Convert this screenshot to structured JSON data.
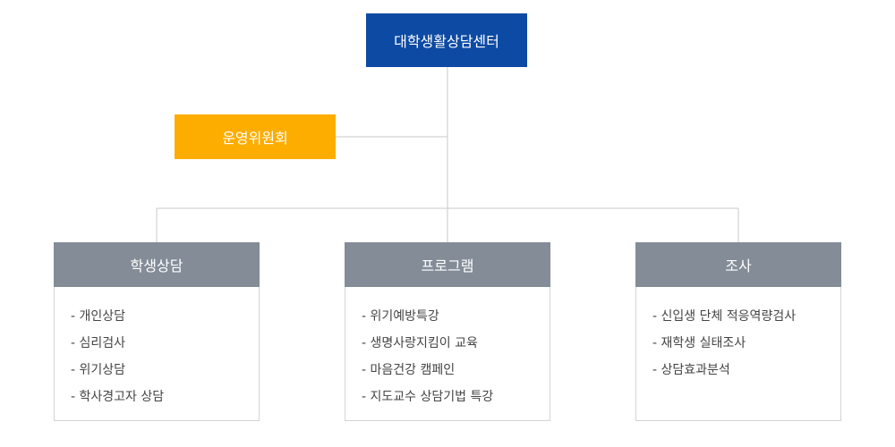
{
  "chart": {
    "top_label": "대학생활상담센터",
    "committee_label": "운영위원회",
    "colors": {
      "top": "#0d4aa3",
      "committee": "#fdad00",
      "dept_header": "#838c97",
      "connector": "#c8c8c8"
    },
    "departments": [
      {
        "title": "학생상담",
        "items": [
          "- 개인상담",
          "- 심리검사",
          "- 위기상담",
          "- 학사경고자 상담"
        ]
      },
      {
        "title": "프로그램",
        "items": [
          "- 위기예방특강",
          "- 생명사랑지킴이 교육",
          "- 마음건강 캠페인",
          "- 지도교수 상담기법 특강"
        ]
      },
      {
        "title": "조사",
        "items": [
          "- 신입생 단체 적응역량검사",
          "- 재학생 실태조사",
          "- 상담효과분석"
        ]
      }
    ]
  }
}
